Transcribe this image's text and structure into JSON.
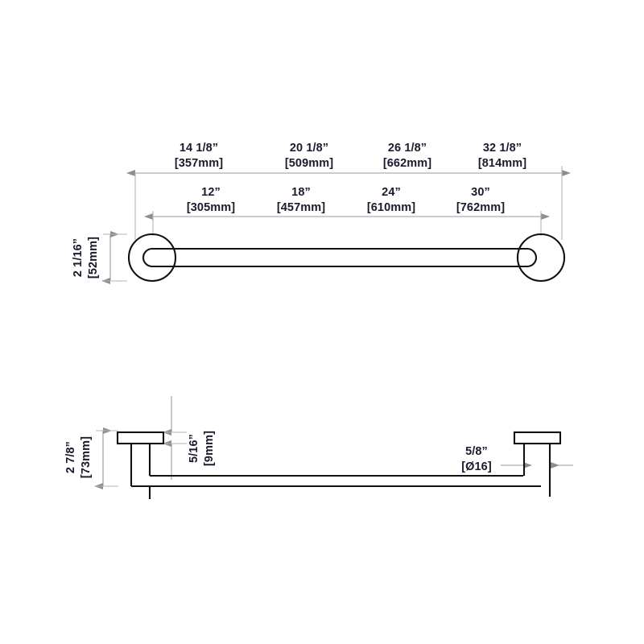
{
  "document": {
    "title": "Towel Bar Dimensional Drawing",
    "views": [
      "front-elevation",
      "side-elevation"
    ]
  },
  "colors": {
    "text": "#1b1b2e",
    "outline": "#111111",
    "dimension_line": "#9a9a9a",
    "extension_line": "#b5b5b5",
    "background": "#ffffff"
  },
  "front_view": {
    "overall_dimensions": {
      "row_label": "overall-length",
      "items": [
        {
          "id": "overall-1",
          "imperial": "14 1/8”",
          "metric": "[357mm]"
        },
        {
          "id": "overall-2",
          "imperial": "20 1/8”",
          "metric": "[509mm]"
        },
        {
          "id": "overall-3",
          "imperial": "26 1/8”",
          "metric": "[662mm]"
        },
        {
          "id": "overall-4",
          "imperial": "32 1/8”",
          "metric": "[814mm]"
        }
      ]
    },
    "center_dimensions": {
      "row_label": "center-to-center",
      "items": [
        {
          "id": "center-1",
          "imperial": "12”",
          "metric": "[305mm]"
        },
        {
          "id": "center-2",
          "imperial": "18”",
          "metric": "[457mm]"
        },
        {
          "id": "center-3",
          "imperial": "24”",
          "metric": "[610mm]"
        },
        {
          "id": "center-4",
          "imperial": "30”",
          "metric": "[762mm]"
        }
      ]
    },
    "height_dimension": {
      "id": "flange-diameter",
      "imperial": "2 1/16”",
      "metric": "[52mm]"
    }
  },
  "side_view": {
    "projection_dimension": {
      "id": "wall-projection",
      "imperial": "2 7/8”",
      "metric": "[73mm]"
    },
    "flange_thickness_dimension": {
      "id": "flange-thickness",
      "imperial": "5/16”",
      "metric": "[9mm]"
    },
    "post_diameter_dimension": {
      "id": "post-diameter",
      "imperial": "5/8”",
      "metric": "[Ø16]"
    }
  }
}
